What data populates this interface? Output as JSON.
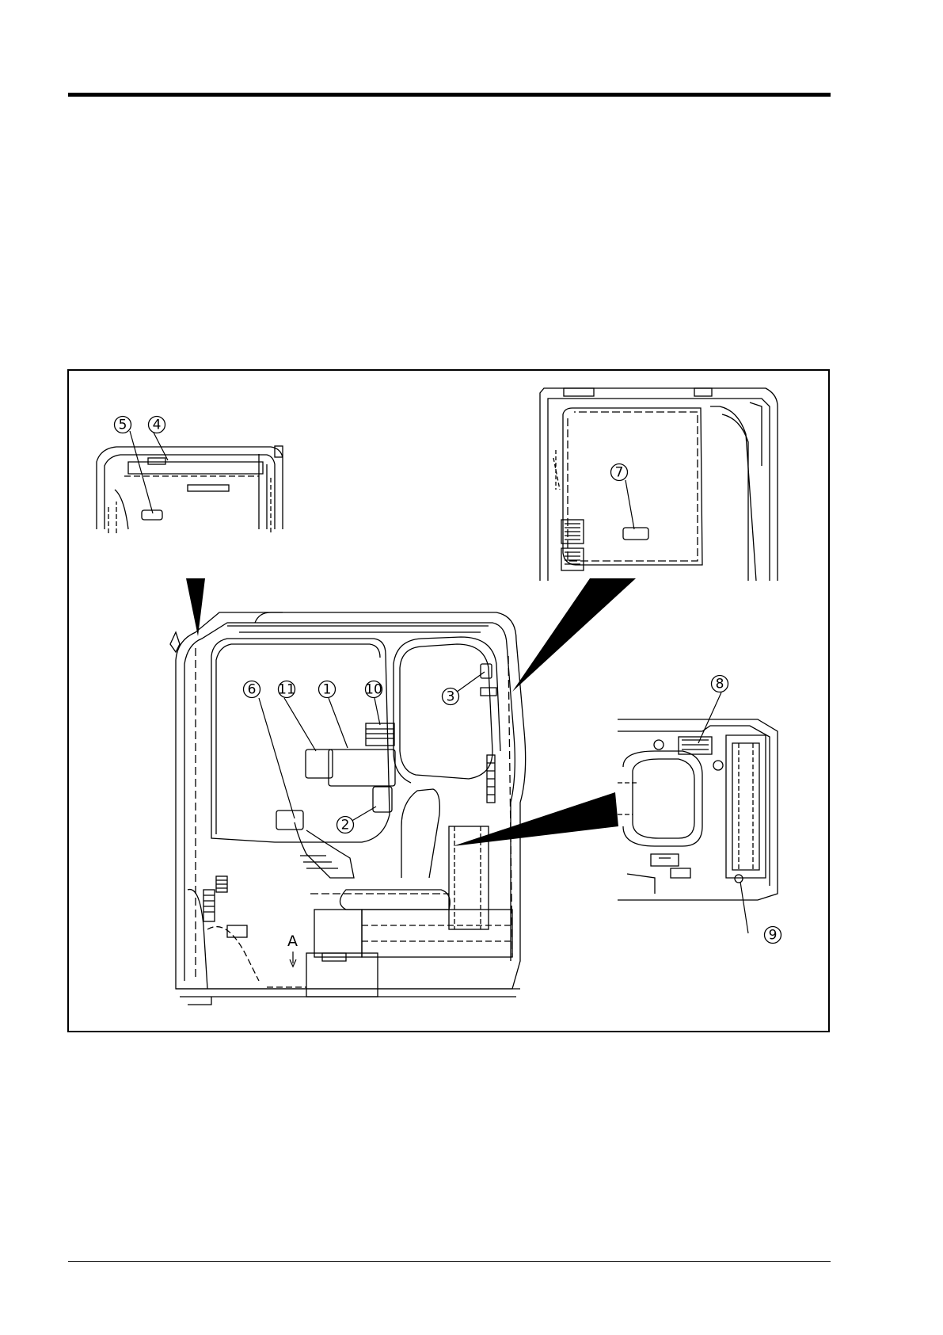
{
  "figure": {
    "callouts": [
      {
        "id": "c1",
        "label": "1"
      },
      {
        "id": "c2",
        "label": "2"
      },
      {
        "id": "c3",
        "label": "3"
      },
      {
        "id": "c4",
        "label": "4"
      },
      {
        "id": "c5",
        "label": "5"
      },
      {
        "id": "c6",
        "label": "6"
      },
      {
        "id": "c7",
        "label": "7"
      },
      {
        "id": "c8",
        "label": "8"
      },
      {
        "id": "c9",
        "label": "9"
      },
      {
        "id": "c10",
        "label": "10"
      },
      {
        "id": "c11",
        "label": "11"
      }
    ],
    "view_label": "A"
  }
}
